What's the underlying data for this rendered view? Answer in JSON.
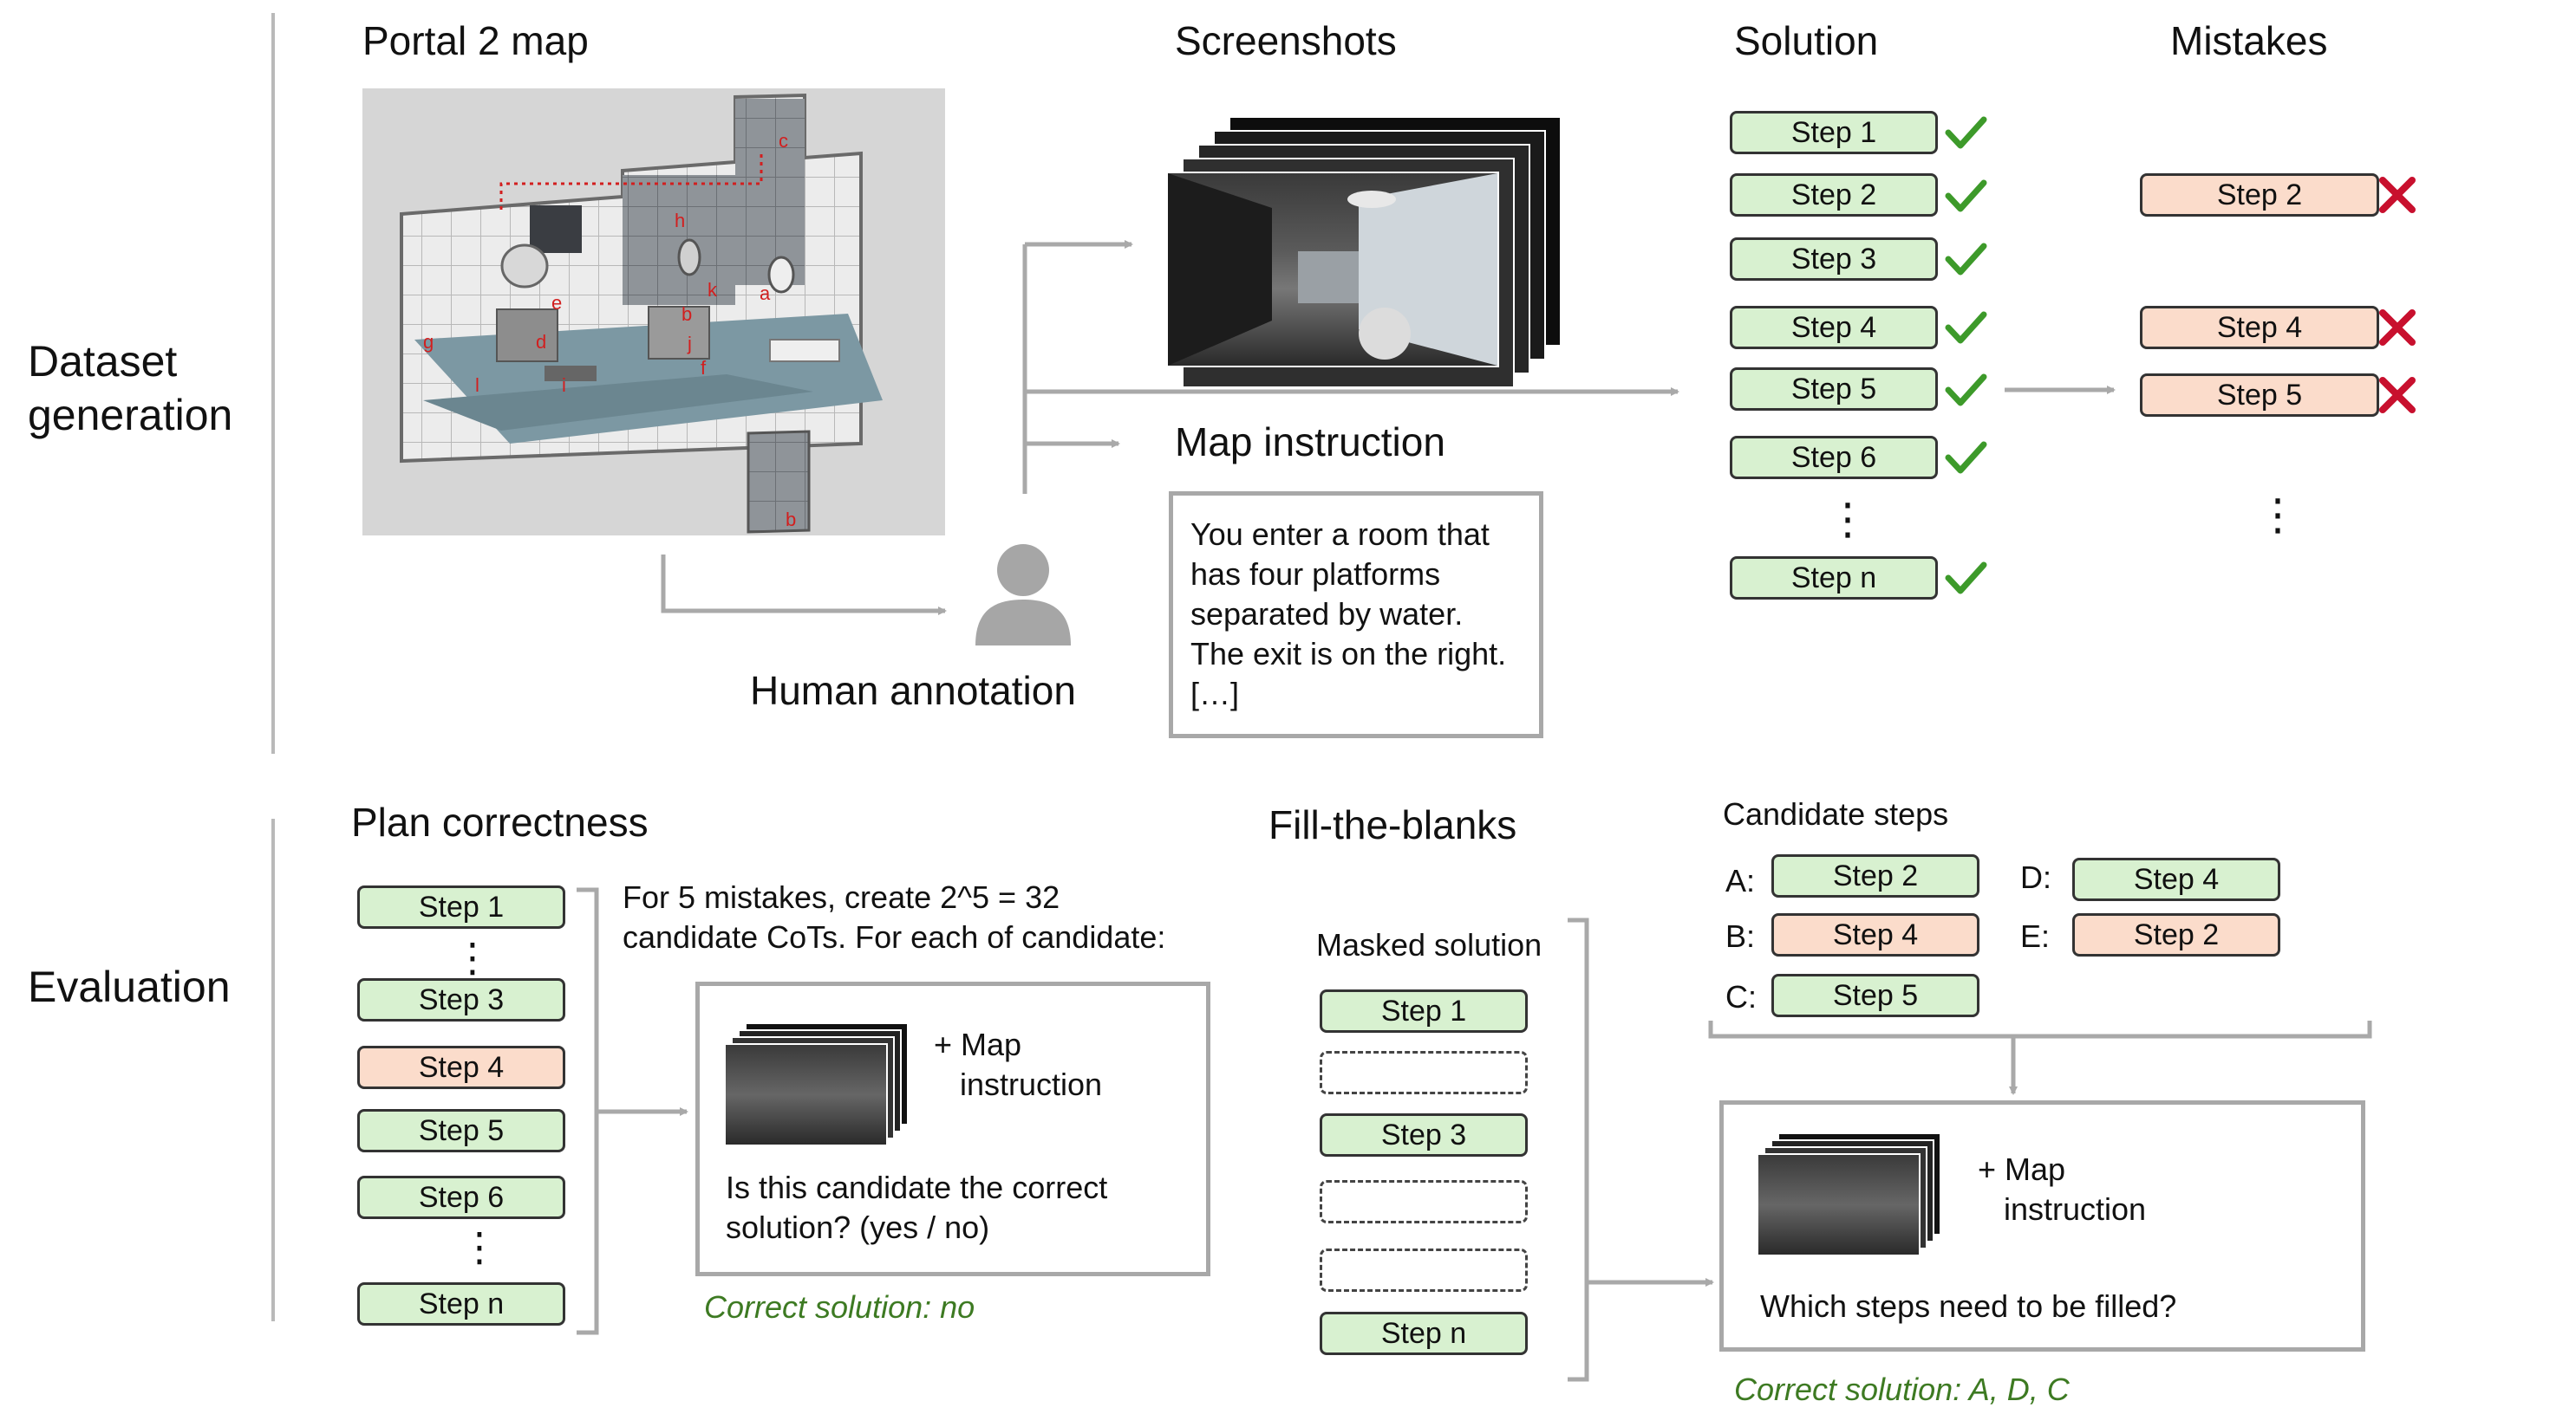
{
  "sections": {
    "dataset_generation": "Dataset\ngeneration",
    "evaluation": "Evaluation"
  },
  "top": {
    "map_title": "Portal 2 map",
    "map_labels": [
      "c",
      "h",
      "b",
      "k",
      "a",
      "e",
      "d",
      "j",
      "g",
      "i",
      "l",
      "f",
      "b"
    ],
    "screenshots_title": "Screenshots",
    "map_instruction_title": "Map instruction",
    "map_instruction_text": "You enter a room that\nhas four platforms\nseparated by water.\nThe exit is on the right.\n[…]",
    "human_annotation": "Human annotation",
    "solution_title": "Solution",
    "solution_steps": [
      "Step 1",
      "Step 2",
      "Step 3",
      "Step 4",
      "Step 5",
      "Step 6",
      "Step n"
    ],
    "mistakes_title": "Mistakes",
    "mistake_steps": [
      "Step 2",
      "Step 4",
      "Step 5"
    ],
    "dots": "⋮"
  },
  "plan": {
    "title": "Plan correctness",
    "steps": [
      {
        "label": "Step 1",
        "kind": "ok"
      },
      {
        "label": "Step 3",
        "kind": "ok"
      },
      {
        "label": "Step 4",
        "kind": "mistake"
      },
      {
        "label": "Step 5",
        "kind": "ok"
      },
      {
        "label": "Step 6",
        "kind": "ok"
      },
      {
        "label": "Step n",
        "kind": "ok"
      }
    ],
    "description": "For 5 mistakes, create 2^5 = 32\ncandidate CoTs. For each of candidate:",
    "map_instruction": "+ Map\n   instruction",
    "question": "Is this candidate the correct\nsolution? (yes / no)",
    "correct": "Correct solution: no"
  },
  "fill": {
    "title": "Fill-the-blanks",
    "masked_title": "Masked solution",
    "masked_steps": [
      "Step 1",
      "",
      "Step 3",
      "",
      "",
      "Step n"
    ],
    "candidate_title": "Candidate steps",
    "candidates": [
      {
        "letter": "A:",
        "label": "Step 2",
        "kind": "ok"
      },
      {
        "letter": "B:",
        "label": "Step 4",
        "kind": "mistake"
      },
      {
        "letter": "C:",
        "label": "Step 5",
        "kind": "ok"
      },
      {
        "letter": "D:",
        "label": "Step 4",
        "kind": "ok"
      },
      {
        "letter": "E:",
        "label": "Step 2",
        "kind": "mistake"
      }
    ],
    "map_instruction": "+ Map\n   instruction",
    "question": "Which steps need to be filled?",
    "correct": "Correct solution: A, D, C"
  },
  "colors": {
    "ok_fill": "#d8f1d0",
    "mistake_fill": "#fbdccb",
    "check": "#3d9a2a",
    "cross": "#c8102e",
    "arrow": "#a9a9a9",
    "correct_text": "#3d7a22"
  }
}
